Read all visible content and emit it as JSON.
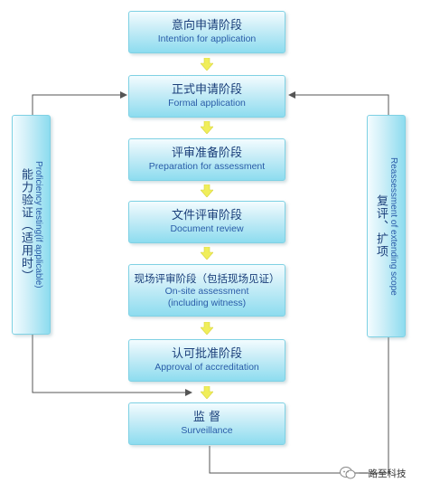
{
  "stages": [
    {
      "zh": "意向申请阶段",
      "en": "Intention for application"
    },
    {
      "zh": "正式申请阶段",
      "en": "Formal application"
    },
    {
      "zh": "评审准备阶段",
      "en": "Preparation for assessment"
    },
    {
      "zh": "文件评审阶段",
      "en": "Document review"
    },
    {
      "zh": "现场评审阶段（包括现场见证）",
      "en": "On-site assessment",
      "en2": "(including witness)"
    },
    {
      "zh": "认可批准阶段",
      "en": "Approval of accreditation"
    },
    {
      "zh": "监 督",
      "en": "Surveillance"
    }
  ],
  "left_side": {
    "zh": "能力验证（适用时）",
    "en": "Proficiency testing(if applicable)"
  },
  "right_side": {
    "zh": "复评、扩项",
    "en": "Reassessment of extending scope"
  },
  "watermark": {
    "text": "一路至科技"
  },
  "colors": {
    "box_border": "#7fd1e4",
    "box_fill": "#8ddcef",
    "arrow": "#f0ee5a",
    "line": "#555555"
  }
}
